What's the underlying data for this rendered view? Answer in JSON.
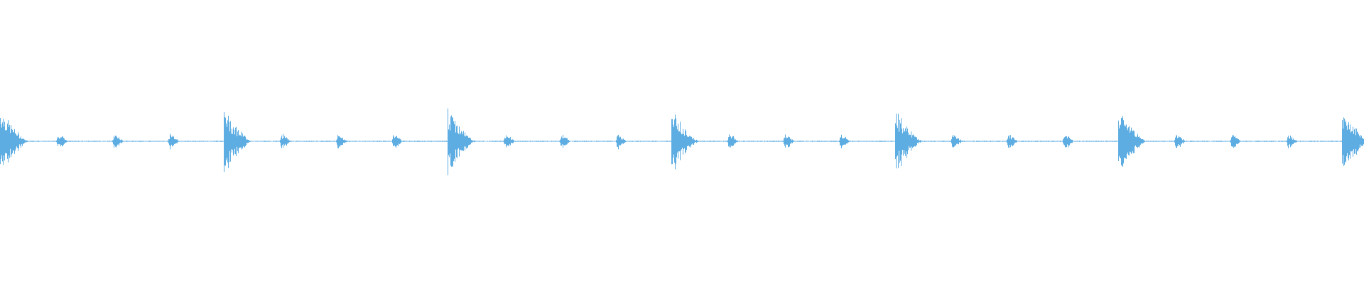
{
  "waveform": {
    "color": "#5dade2",
    "background": "#ffffff",
    "beats_per_bar": 4,
    "bars_visible": 6.1,
    "accent_on_first_beat": true,
    "accent_level": 0.95,
    "beat_level": 0.22,
    "baseline_level": 0.015
  }
}
